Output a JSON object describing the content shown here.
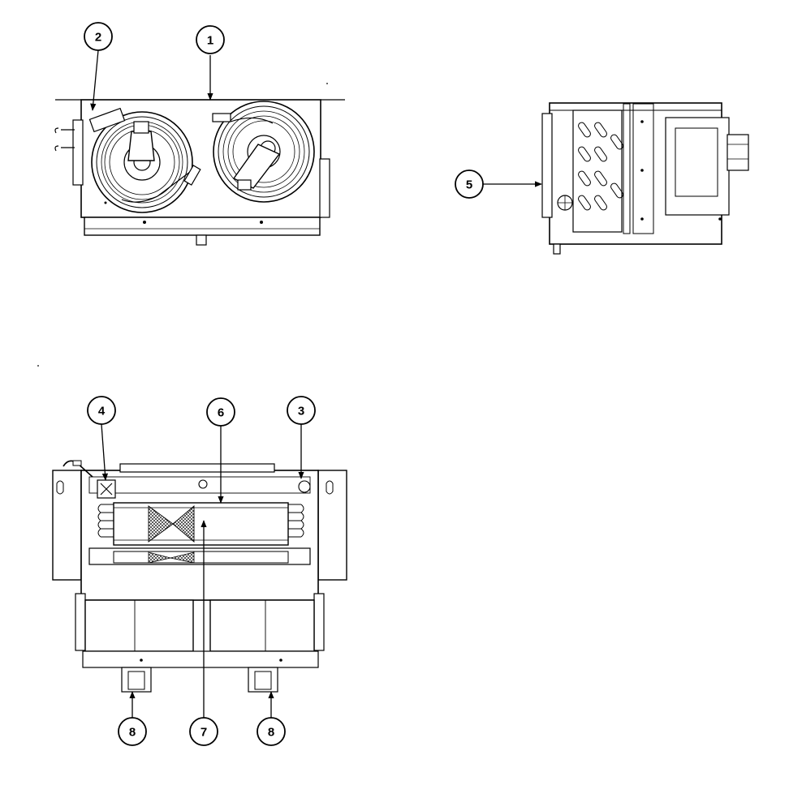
{
  "callouts": [
    {
      "id": "1",
      "label": "1"
    },
    {
      "id": "2",
      "label": "2"
    },
    {
      "id": "3",
      "label": "3"
    },
    {
      "id": "4",
      "label": "4"
    },
    {
      "id": "5",
      "label": "5"
    },
    {
      "id": "6",
      "label": "6"
    },
    {
      "id": "7",
      "label": "7"
    },
    {
      "id": "8a",
      "label": "8"
    },
    {
      "id": "8b",
      "label": "8"
    }
  ],
  "colors": {
    "ink": "#000000",
    "paper": "#ffffff",
    "shade": "#8a8a8a"
  }
}
